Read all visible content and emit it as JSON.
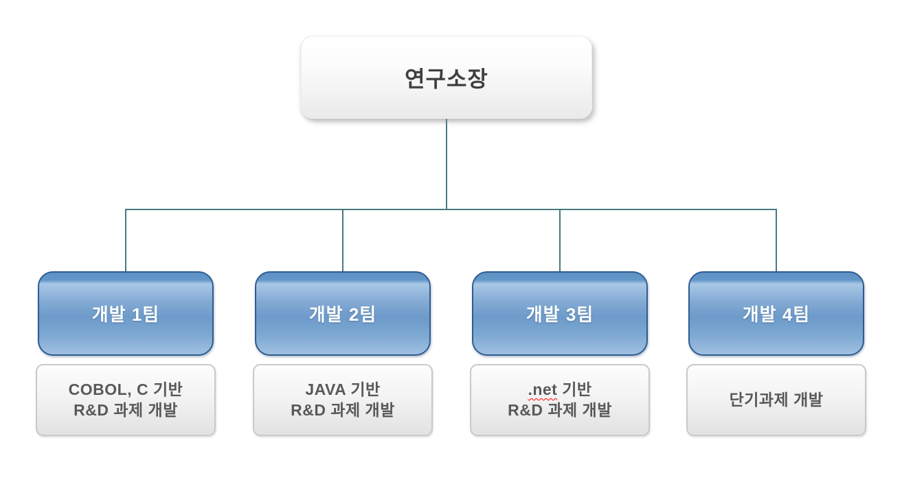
{
  "chart": {
    "type": "org-chart",
    "root": {
      "label": "연구소장"
    },
    "teams": [
      {
        "label": "개발 1팀",
        "desc_line1": "COBOL, C 기반",
        "desc_line2": "R&D 과제 개발"
      },
      {
        "label": "개발 2팀",
        "desc_line1": "JAVA 기반",
        "desc_line2": "R&D 과제 개발"
      },
      {
        "label": "개발 3팀",
        "desc_line1_misspelled": ".net",
        "desc_line1_rest": " 기반",
        "desc_line2": "R&D 과제 개발"
      },
      {
        "label": "개발 4팀",
        "desc_line1": "단기과제 개발",
        "desc_line2": ""
      }
    ],
    "colors": {
      "connector": "#467a7f",
      "team_border": "#2f5c90",
      "team_text": "#ffffff",
      "desc_text": "#595959",
      "root_text": "#3f3f3f",
      "spellcheck_underline": "#ff0000"
    }
  }
}
